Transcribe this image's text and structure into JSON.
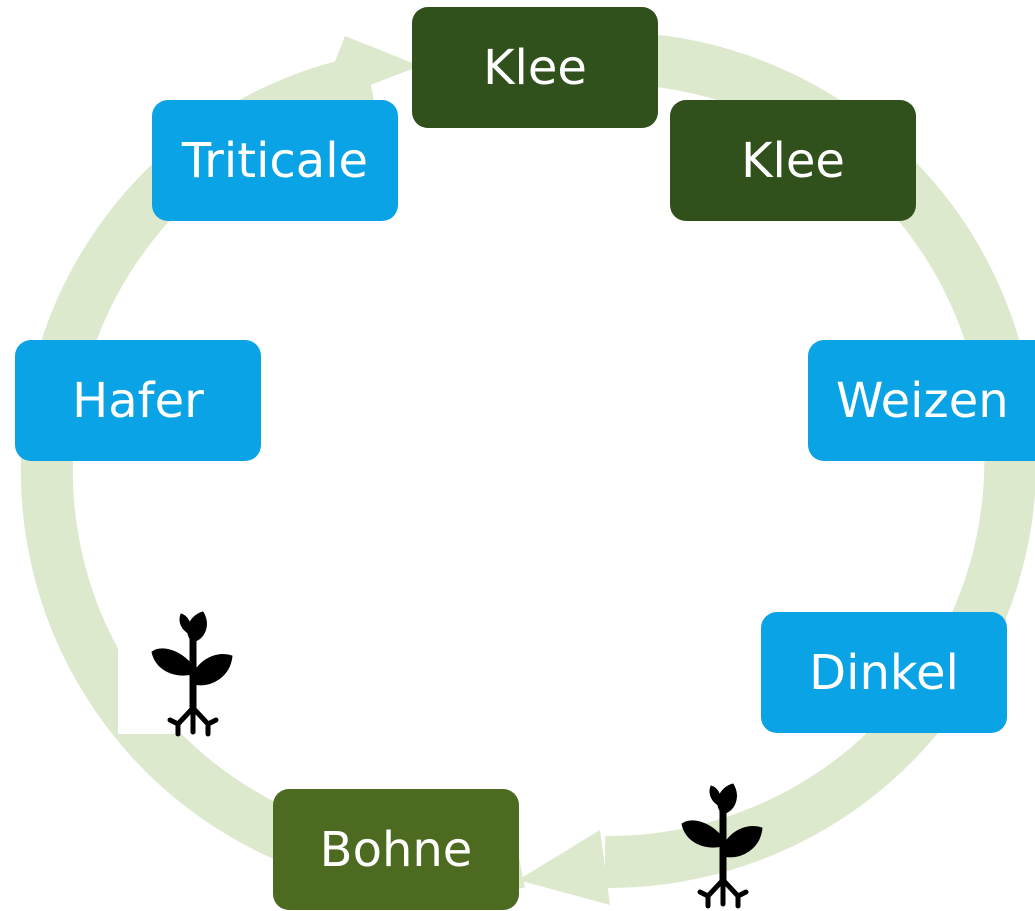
{
  "colors": {
    "cycle_arrow": "#dde9cd",
    "blue": "#0aa3e6",
    "dark_green": "#30501c",
    "olive_green": "#4d6b20",
    "icon": "#000000"
  },
  "nodes": [
    {
      "id": "klee-1",
      "label": "Klee",
      "color": "dark_green"
    },
    {
      "id": "klee-2",
      "label": "Klee",
      "color": "dark_green"
    },
    {
      "id": "weizen",
      "label": "Weizen",
      "color": "blue"
    },
    {
      "id": "dinkel",
      "label": "Dinkel",
      "color": "blue"
    },
    {
      "id": "bohne",
      "label": "Bohne",
      "color": "olive_green"
    },
    {
      "id": "hafer",
      "label": "Hafer",
      "color": "blue"
    },
    {
      "id": "triticale",
      "label": "Triticale",
      "color": "blue"
    }
  ],
  "icons": [
    "seedling-icon",
    "seedling-icon"
  ]
}
